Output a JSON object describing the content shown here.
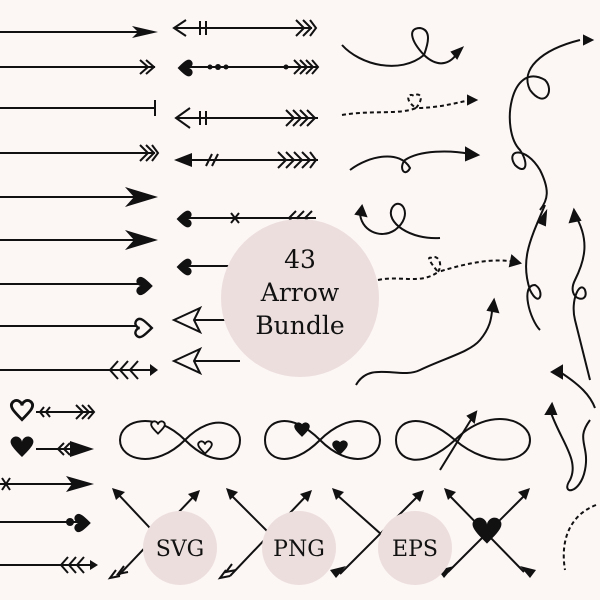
{
  "badge": {
    "count": "43",
    "line1": "Arrow",
    "line2": "Bundle"
  },
  "formats": {
    "svg": "SVG",
    "png": "PNG",
    "eps": "EPS"
  },
  "colors": {
    "background": "#fcf6f5",
    "badge_fill": "#ecdedd",
    "ink": "#111111"
  },
  "icons": {
    "arrow": "arrow-icon",
    "heart": "heart-icon",
    "infinity": "infinity-icon",
    "crossed_arrows": "crossed-arrows-icon"
  }
}
